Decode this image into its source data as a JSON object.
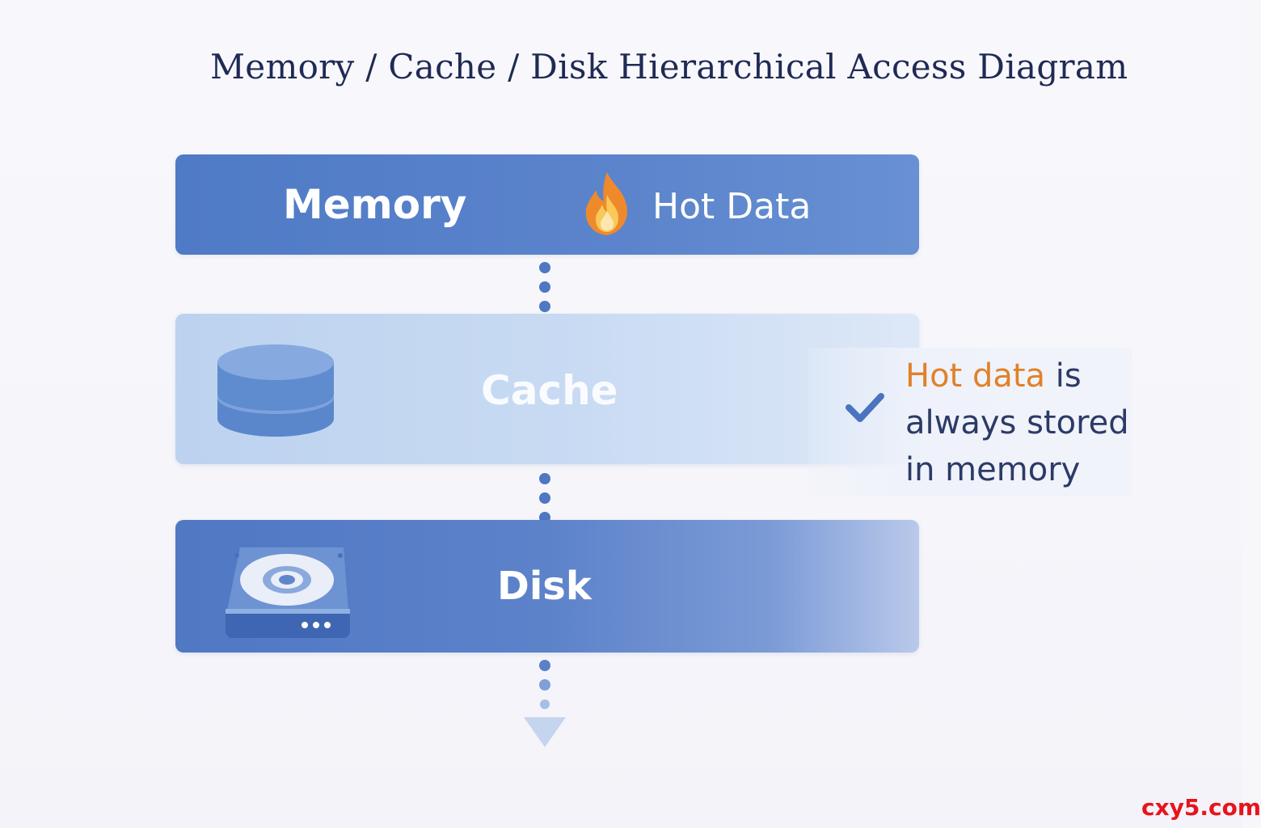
{
  "title": "Memory / Cache / Disk Hierarchical Access Diagram",
  "layers": {
    "memory": {
      "label": "Memory",
      "tag": "Hot Data",
      "icon": "flame-icon"
    },
    "cache": {
      "label": "Cache",
      "icon": "database-icon"
    },
    "disk": {
      "label": "Disk",
      "icon": "hard-disk-icon"
    }
  },
  "note": {
    "icon": "checkmark-icon",
    "highlight": "Hot data",
    "line1_rest": " is",
    "line2": "always stored",
    "line3": "in memory"
  },
  "watermark": "cxy5.com",
  "colors": {
    "layer_blue": "#5580c8",
    "cache_blue": "#c4d7f1",
    "accent_orange": "#e0812a",
    "title_navy": "#1f2a55",
    "connector_dot": "#4f77c2"
  }
}
